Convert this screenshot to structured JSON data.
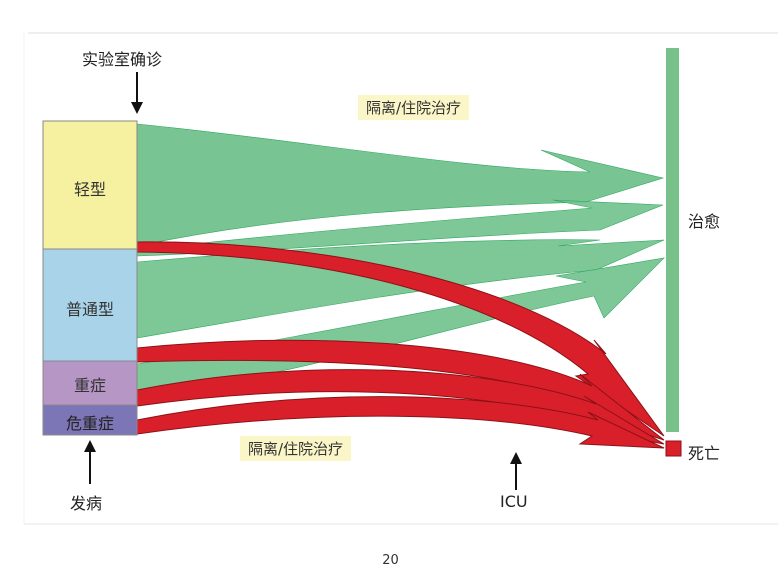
{
  "labels": {
    "lab_confirm": "实验室确诊",
    "onset": "发病",
    "icu": "ICU",
    "cured": "治愈",
    "death": "死亡",
    "treat_top": "隔离/住院治疗",
    "treat_bottom": "隔离/住院治疗"
  },
  "categories": [
    {
      "key": "mild",
      "label": "轻型",
      "color": "#f6f1a0"
    },
    {
      "key": "common",
      "label": "普通型",
      "color": "#a9d3e8"
    },
    {
      "key": "severe",
      "label": "重症",
      "color": "#b596c4"
    },
    {
      "key": "critical",
      "label": "危重症",
      "color": "#7c76b6"
    }
  ],
  "colors": {
    "flow_green": "#6cc08a",
    "flow_green_dark": "#2fa760",
    "flow_red": "#d9202a",
    "flow_red_edge": "#8d1117",
    "cure_bar": "#79c18b",
    "death_box": "#d9202a",
    "highlight": "#fbf6c8"
  },
  "page_number": "20"
}
